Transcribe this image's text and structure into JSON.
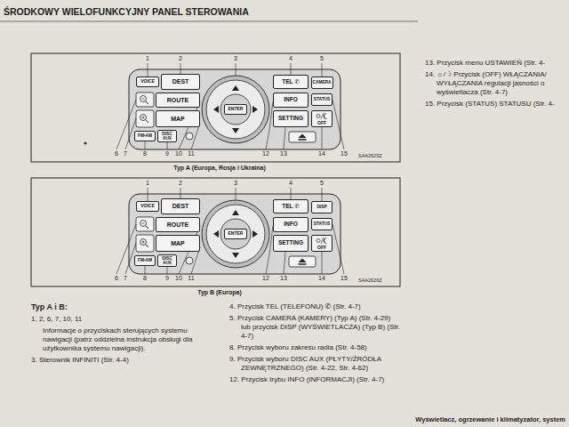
{
  "diagram": {
    "title": "ŚRODKOWY WIELOFUNKCYJNY PANEL STEROWANIA",
    "nodes": [
      {
        "text": [
          "VOICE"
        ]
      },
      {
        "text": [
          "DEST"
        ]
      },
      {
        "text": [
          "ROUTE"
        ]
      },
      {
        "text": [
          "MAP"
        ]
      },
      {
        "text": [
          "FM•AM"
        ]
      },
      {
        "text": [
          "DISC AUX"
        ]
      },
      {
        "text": [
          "ENTER"
        ]
      },
      {
        "text": [
          "TEL ✆"
        ]
      },
      {
        "text": [
          "CAMERA"
        ]
      },
      {
        "text": [
          "INFO"
        ]
      },
      {
        "text": [
          "STATUS"
        ]
      },
      {
        "text": [
          "SETTING"
        ]
      },
      {
        "text": [
          "OFF"
        ]
      },
      {
        "text": [
          "VOICE"
        ]
      },
      {
        "text": [
          "DEST"
        ]
      },
      {
        "text": [
          "ROUTE"
        ]
      },
      {
        "text": [
          "MAP"
        ]
      },
      {
        "text": [
          "FM•AM"
        ]
      },
      {
        "text": [
          "DISC AUX"
        ]
      },
      {
        "text": [
          "ENTER"
        ]
      },
      {
        "text": [
          "TEL ✆"
        ]
      },
      {
        "text": [
          "DISP"
        ]
      },
      {
        "text": [
          "INFO"
        ]
      },
      {
        "text": [
          "STATUS"
        ]
      },
      {
        "text": [
          "SETTING"
        ]
      },
      {
        "text": [
          "OFF"
        ]
      }
    ],
    "labels": [
      "1",
      "2",
      "3",
      "4",
      "5",
      "6",
      "7",
      "8",
      "9",
      "10",
      "11",
      "12",
      "13",
      "14",
      "15",
      "SAA2625Z",
      "Typ A (Europa, Rosja i Ukraina)",
      "1",
      "2",
      "3",
      "4",
      "5",
      "6",
      "7",
      "8",
      "9",
      "10",
      "11",
      "12",
      "13",
      "14",
      "15",
      "SAA2626Z",
      "Typ B (Europa)",
      "Typ A i B:",
      "1, 2, 6, 7, 10, 11",
      "Informacje o przyciskach sterujących systemu nawigacji (patrz oddzielna instrukcja obsługi dla użytkownika systemu nawigacji).",
      "3. Sterownik INFINITI (Str. 4-4)",
      "4. Przycisk TEL (TELEFONU) ✆ (Str. 4-7)",
      "5. Przycisk CAMERA (KAMERY) (Typ A) (Str. 4-29) lub przycisk DISP (WYŚWIETLACZA) (Typ B) (Str. 4-7)",
      "8. Przycisk wyboru zakresu radia (Str. 4-58)",
      "9. Przycisk wyboru DISC AUX (PŁYTY/ŹRÓDŁA ZEWNĘTRZNEGO) (Str. 4-22, Str. 4-62)",
      "12. Przycisk trybu INFO (INFORMACJI) (Str. 4-7)",
      "13. Przycisk menu USTAWIEŃ (Str. 4-",
      "14. ☼/☽ Przycisk (OFF) WŁĄCZANIA/ WYŁĄCZANIA regulacji jasności o wyświetlacza (Str. 4-7)",
      "15. Przycisk (STATUS) STATUSU (Str. 4-",
      "Wyświetlacz, ogrzewanie i klimatyzator, system"
    ]
  }
}
